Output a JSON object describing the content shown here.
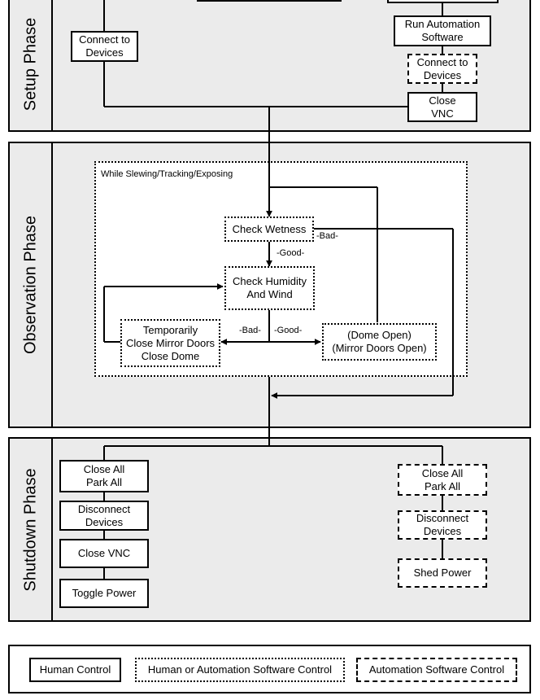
{
  "phases": {
    "setup": "Setup Phase",
    "observation": "Observation Phase",
    "shutdown": "Shutdown Phase"
  },
  "setup": {
    "connect_devices_human": "Connect to\nDevices",
    "run_automation": "Run Automation\nSoftware",
    "connect_devices_auto": "Connect to\nDevices",
    "close_vnc": "Close\nVNC"
  },
  "observation": {
    "loop_label": "While Slewing/Tracking/Exposing",
    "check_wetness": "Check Wetness",
    "check_humidity": "Check Humidity\nAnd Wind",
    "temporarily_close": "Temporarily\nClose Mirror Doors\nClose Dome",
    "dome_open": "(Dome Open)\n(Mirror Doors Open)",
    "label_bad_wetness": "-Bad-",
    "label_good_wetness": "-Good-",
    "label_bad_humidity": "-Bad-",
    "label_good_humidity": "-Good-"
  },
  "shutdown": {
    "human_close_park": "Close All\nPark All",
    "human_disconnect": "Disconnect\nDevices",
    "human_close_vnc": "Close VNC",
    "human_toggle_power": "Toggle Power",
    "auto_close_park": "Close All\nPark All",
    "auto_disconnect": "Disconnect\nDevices",
    "auto_shed_power": "Shed Power"
  },
  "legend": {
    "human": "Human Control",
    "mixed": "Human or Automation Software Control",
    "auto": "Automation Software Control"
  }
}
